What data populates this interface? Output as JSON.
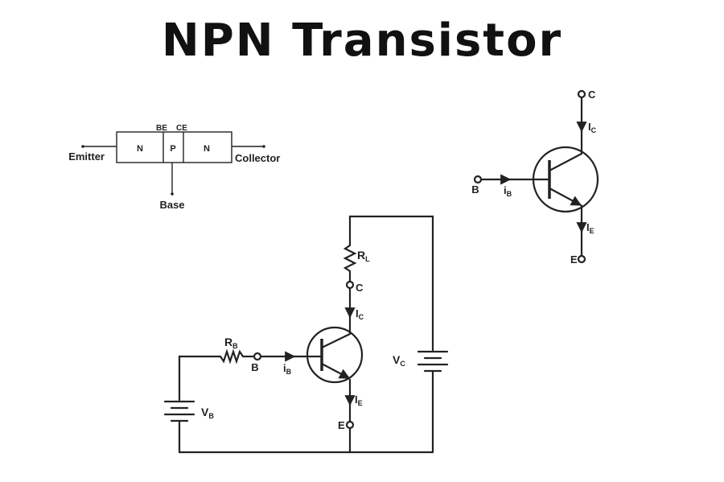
{
  "title": "NPN Transistor",
  "colors": {
    "ink": "#222222",
    "background": "#ffffff"
  },
  "structure": {
    "regions": [
      "N",
      "P",
      "N"
    ],
    "junction_labels": [
      "BE",
      "CE"
    ],
    "terminals": {
      "emitter": "Emitter",
      "collector": "Collector",
      "base": "Base"
    }
  },
  "symbol": {
    "collector": "C",
    "base": "B",
    "emitter": "E",
    "current_c": {
      "main": "I",
      "sub": "C"
    },
    "current_b": {
      "main": "i",
      "sub": "B"
    },
    "current_e": {
      "main": "I",
      "sub": "E"
    }
  },
  "circuit": {
    "load_resistor": {
      "main": "R",
      "sub": "L"
    },
    "base_resistor": {
      "main": "R",
      "sub": "B"
    },
    "collector": "C",
    "base": "B",
    "emitter": "E",
    "current_c": {
      "main": "I",
      "sub": "C"
    },
    "current_b": {
      "main": "i",
      "sub": "B"
    },
    "current_e": {
      "main": "I",
      "sub": "E"
    },
    "supply_c": {
      "main": "V",
      "sub": "C"
    },
    "supply_b": {
      "main": "V",
      "sub": "B"
    }
  }
}
